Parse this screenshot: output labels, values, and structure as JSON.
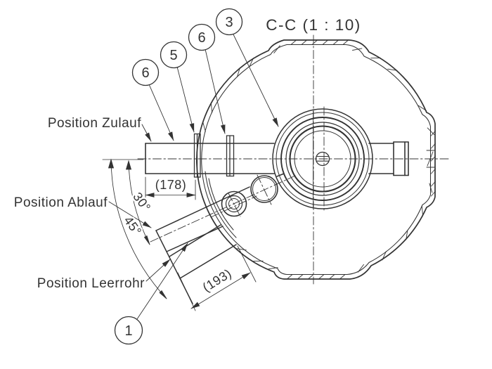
{
  "drawing": {
    "title": "C-C (1 : 10)",
    "labels": {
      "zulauf": "Position Zulauf",
      "ablauf": "Position Ablauf",
      "leerrohr": "Position Leerrohr"
    },
    "dims": {
      "inlet_length": "(178)",
      "outlet_length": "(193)",
      "angle_ablauf": "30°",
      "angle_leerrohr": "45°"
    },
    "balloons": [
      "6",
      "5",
      "6",
      "3",
      "1"
    ],
    "line_color": "#333333",
    "background": "#ffffff"
  }
}
